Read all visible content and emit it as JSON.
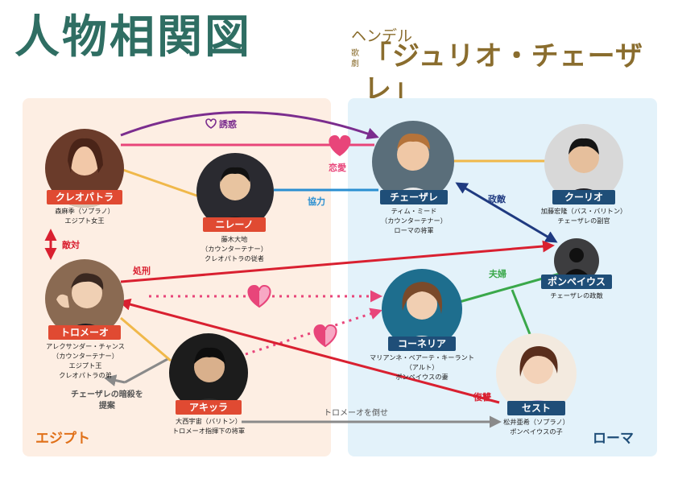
{
  "title": "人物相関図",
  "composer": "ヘンデル",
  "genre": "歌劇",
  "opera_title": "「ジュリオ・チェーザレ」",
  "regions": {
    "egypt": "エジプト",
    "rome": "ローマ"
  },
  "characters": {
    "cleopatra": {
      "name": "クレオパトラ",
      "lines": [
        "森麻季（ソプラノ）",
        "エジプト女王"
      ]
    },
    "nireno": {
      "name": "ニレーノ",
      "lines": [
        "藤木大地",
        "（カウンターテナー）",
        "クレオパトラの従者"
      ]
    },
    "tolomeo": {
      "name": "トロメーオ",
      "lines": [
        "アレクサンダー・チャンス",
        "（カウンターテナー）",
        "エジプト王",
        "クレオパトラの弟"
      ]
    },
    "achilla": {
      "name": "アキッラ",
      "lines": [
        "大西宇宙（バリトン）",
        "トロメーオ指揮下の将軍"
      ]
    },
    "cesare": {
      "name": "チェーザレ",
      "lines": [
        "ティム・ミード",
        "（カウンターテナー）",
        "ローマの将軍"
      ]
    },
    "curio": {
      "name": "クーリオ",
      "lines": [
        "加藤宏隆（バス・バリトン）",
        "チェーザレの副官"
      ]
    },
    "pompeo": {
      "name": "ポンペイウス",
      "lines": [
        "チェーザレの政敵"
      ]
    },
    "cornelia": {
      "name": "コーネリア",
      "lines": [
        "マリアンネ・ベアーテ・キーラント",
        "（アルト）",
        "ポンペイウスの妻"
      ]
    },
    "sesto": {
      "name": "セスト",
      "lines": [
        "松井亜希（ソプラノ）",
        "ポンペイウスの子"
      ]
    }
  },
  "relations": {
    "seduction": "誘惑",
    "love": "恋愛",
    "cooperation": "協力",
    "enemy": "政敵",
    "rivals": "敵対",
    "execution": "処刑",
    "married": "夫婦",
    "revenge": "復讐",
    "overthrow": "トロメーオを倒せ",
    "assassination": "チェーザレの暗殺を\n提案"
  },
  "colors": {
    "title": "#2f6e63",
    "accent_gold": "#8a6d2e",
    "egypt_bg": "#fdeee3",
    "rome_bg": "#e3f2fa",
    "egypt_tag": "#e04a32",
    "rome_tag": "#1f4e78",
    "purple": "#7b2d8e",
    "pink": "#e8457a",
    "blue": "#2a8fd1",
    "navy": "#1f3a80",
    "red": "#d92030",
    "green": "#3aa84a",
    "gold_line": "#f0b84a",
    "gray": "#8a8a8a"
  }
}
